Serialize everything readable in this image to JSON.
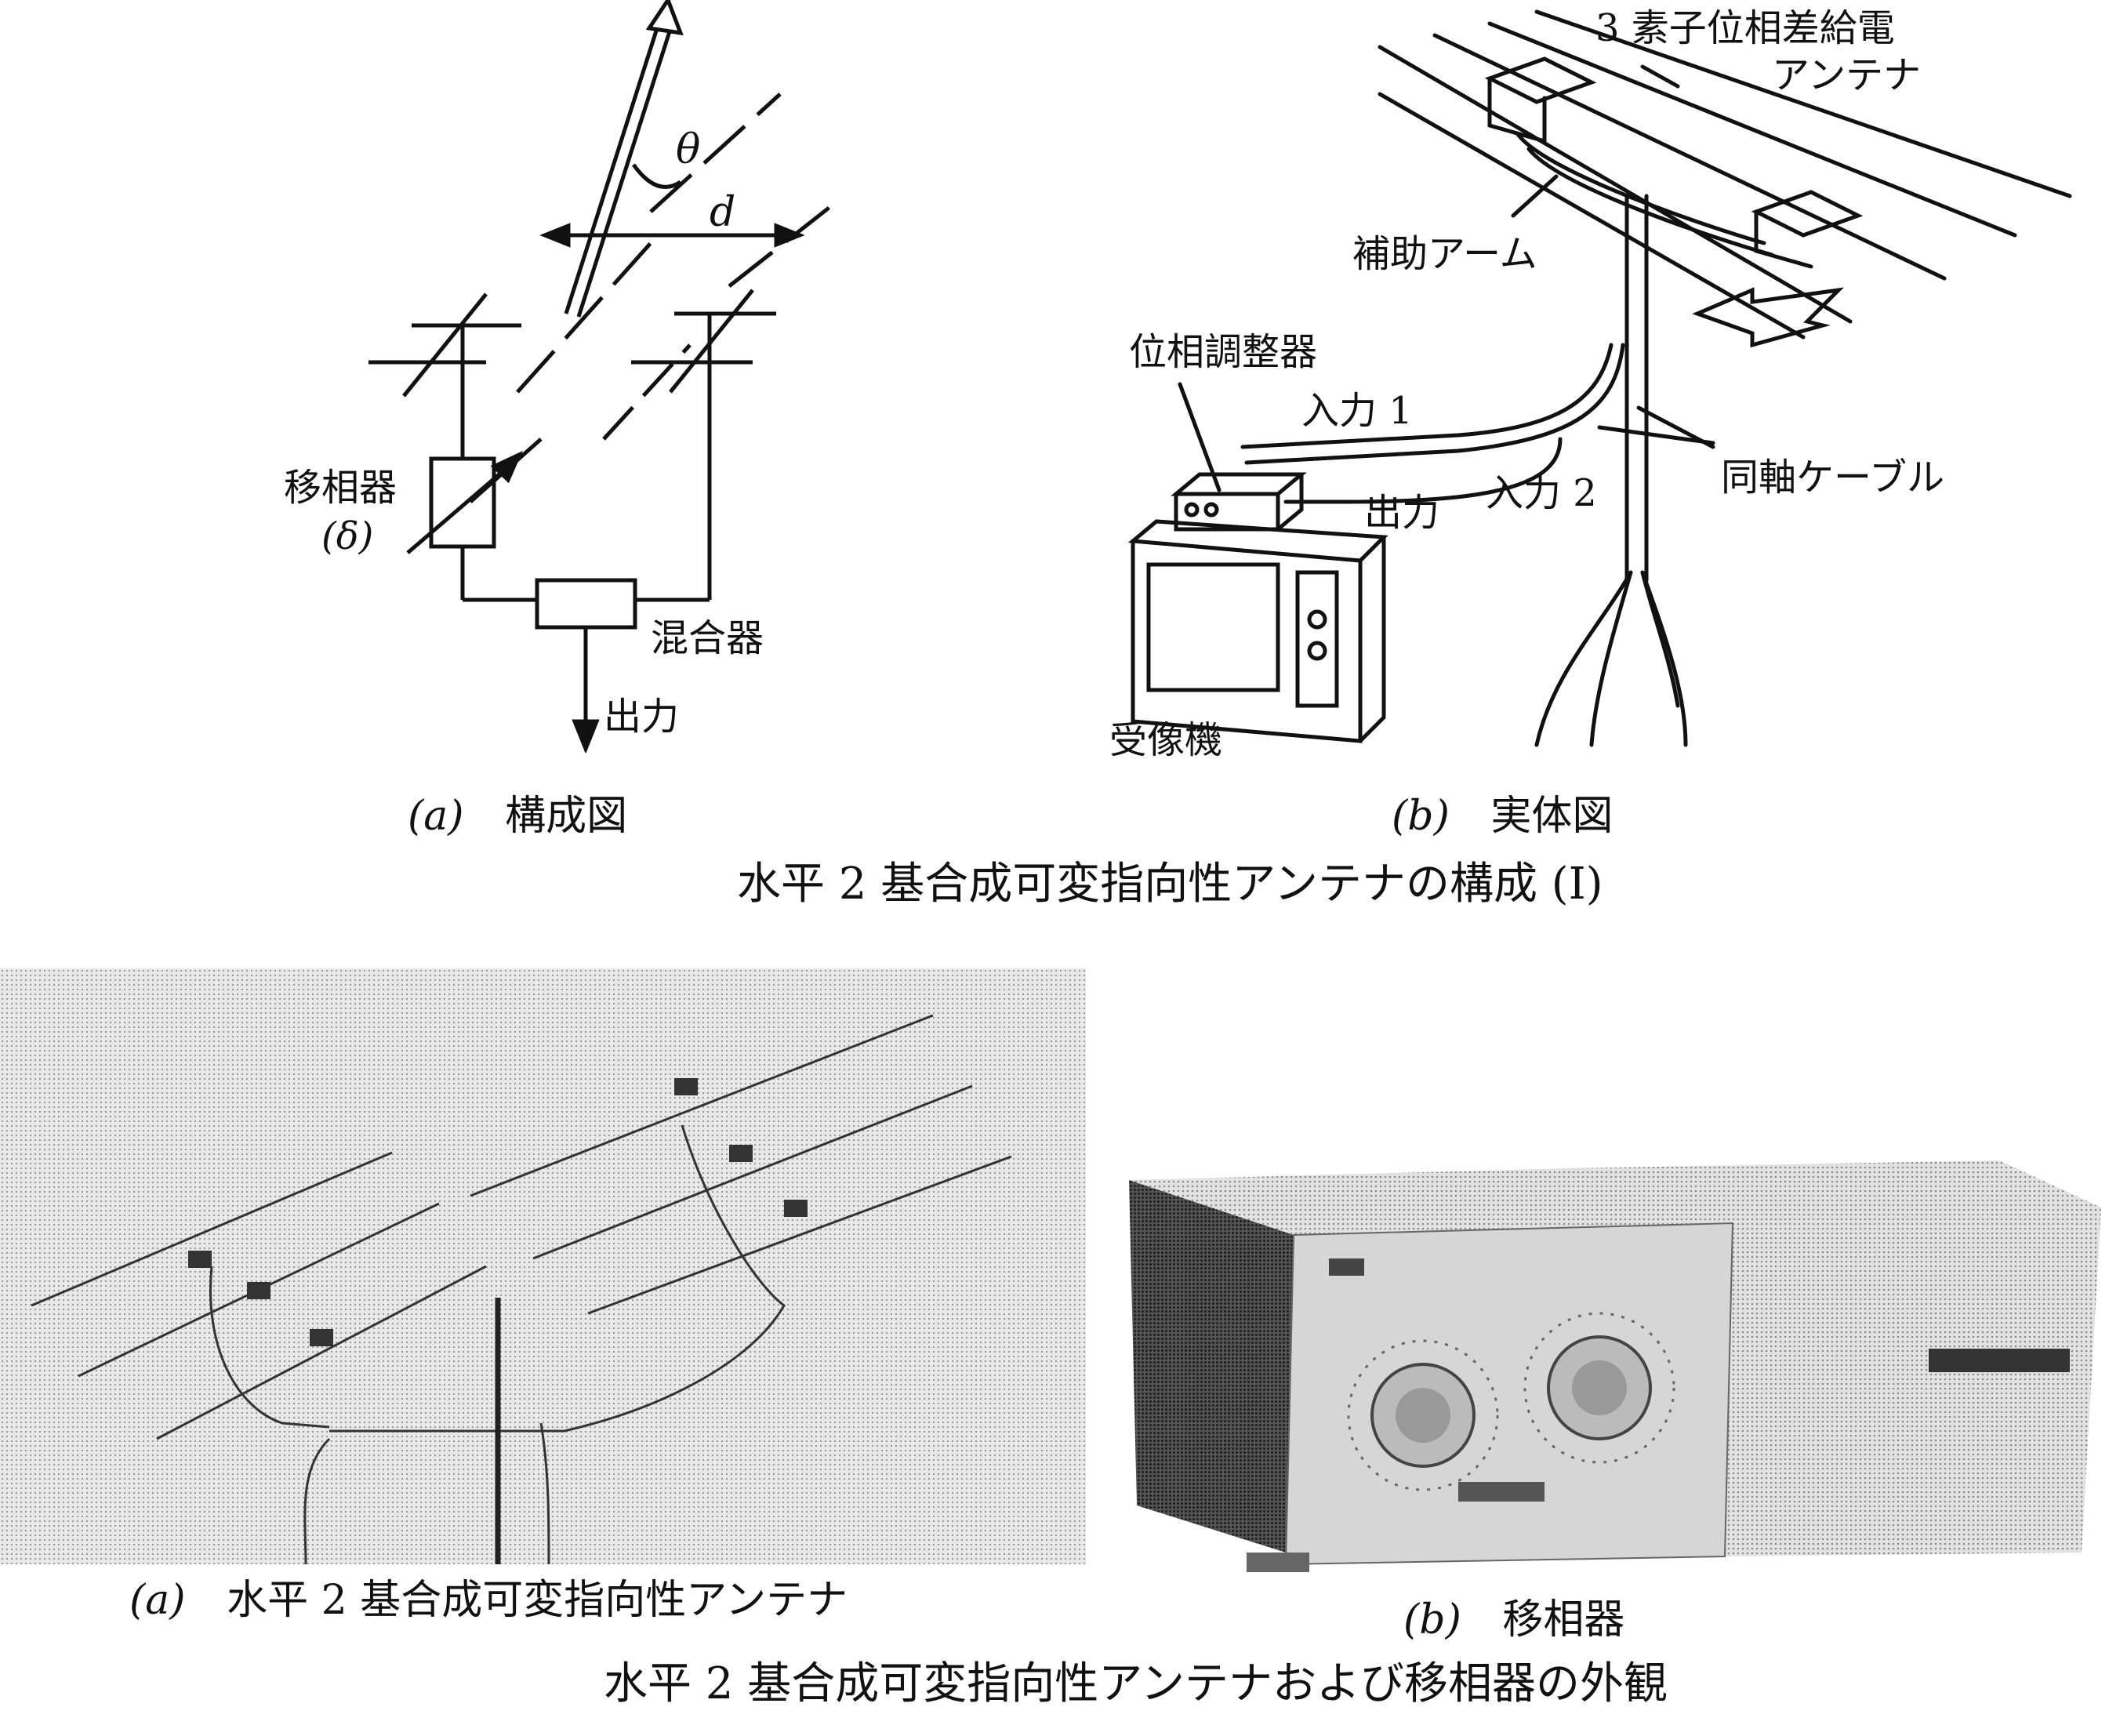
{
  "figure1": {
    "a": {
      "theta": "θ",
      "d": "d",
      "phase_shifter": "移相器",
      "delta": "(δ)",
      "mixer": "混合器",
      "output": "出力",
      "caption_mark": "(a)",
      "caption": "構成図"
    },
    "b": {
      "antenna_line1": "3 素子位相差給電",
      "antenna_line2": "アンテナ",
      "aux_arm": "補助アーム",
      "phase_adjuster": "位相調整器",
      "input1": "入力 1",
      "input2": "入力 2",
      "output": "出力",
      "coax": "同軸ケーブル",
      "receiver": "受像機",
      "caption_mark": "(b)",
      "caption": "実体図"
    },
    "title": "水平 2 基合成可変指向性アンテナの構成 (I)"
  },
  "figure2": {
    "a": {
      "caption_mark": "(a)",
      "caption": "水平 2 基合成可変指向性アンテナ"
    },
    "b": {
      "caption_mark": "(b)",
      "caption": "移相器"
    },
    "title": "水平 2 基合成可変指向性アンテナおよび移相器の外観"
  }
}
